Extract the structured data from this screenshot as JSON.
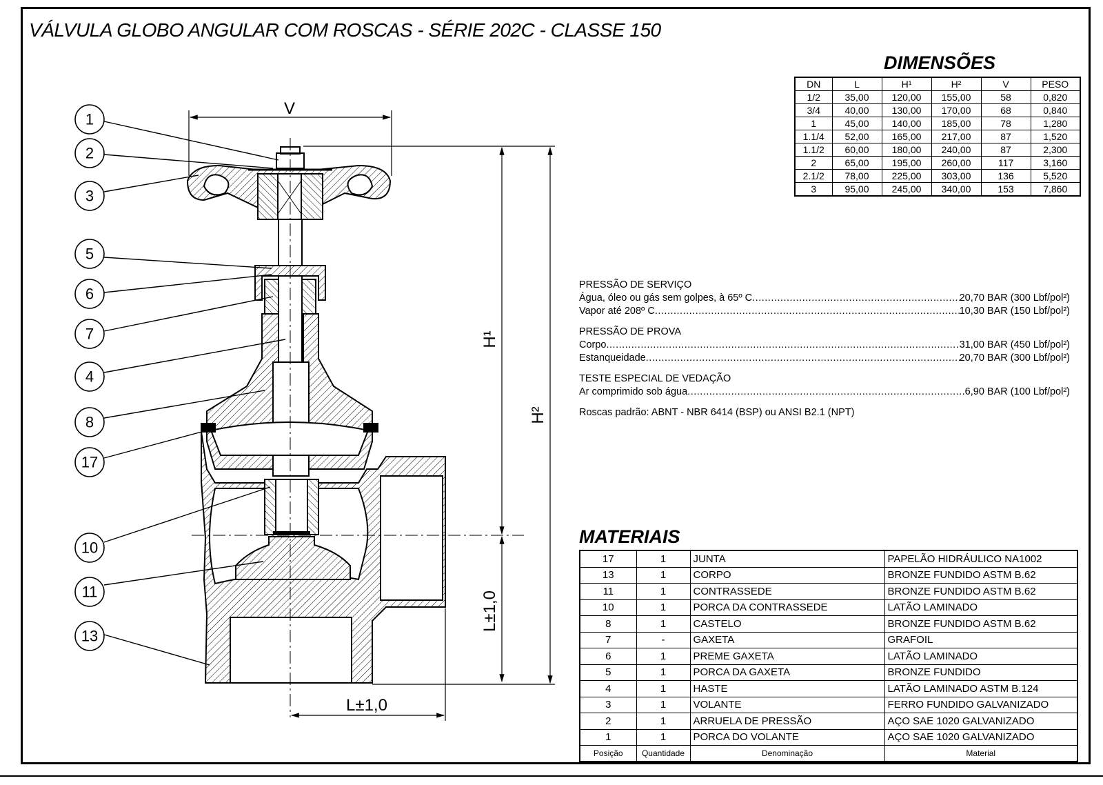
{
  "title": "VÁLVULA GLOBO ANGULAR COM ROSCAS - SÉRIE 202C -  CLASSE 150",
  "dimensions": {
    "heading": "DIMENSÕES",
    "headers": [
      "DN",
      "L",
      "H¹",
      "H²",
      "V",
      "PESO"
    ],
    "rows": [
      [
        "1/2",
        "35,00",
        "120,00",
        "155,00",
        "58",
        "0,820"
      ],
      [
        "3/4",
        "40,00",
        "130,00",
        "170,00",
        "68",
        "0,840"
      ],
      [
        "1",
        "45,00",
        "140,00",
        "185,00",
        "78",
        "1,280"
      ],
      [
        "1.1/4",
        "52,00",
        "165,00",
        "217,00",
        "87",
        "1,520"
      ],
      [
        "1.1/2",
        "60,00",
        "180,00",
        "240,00",
        "87",
        "2,300"
      ],
      [
        "2",
        "65,00",
        "195,00",
        "260,00",
        "117",
        "3,160"
      ],
      [
        "2.1/2",
        "78,00",
        "225,00",
        "303,00",
        "136",
        "5,520"
      ],
      [
        "3",
        "95,00",
        "245,00",
        "340,00",
        "153",
        "7,860"
      ]
    ]
  },
  "specs": {
    "service_heading": "PRESSÃO DE SERVIÇO",
    "service": [
      {
        "label": "Água, óleo ou gás sem golpes, à 65º C ",
        "value": " 20,70 BAR (300 Lbf/pol²)"
      },
      {
        "label": "Vapor até 208º C ",
        "value": " 10,30 BAR (150 Lbf/pol²)"
      }
    ],
    "test_heading": "PRESSÃO DE PROVA",
    "test": [
      {
        "label": "Corpo ",
        "value": " 31,00 BAR (450 Lbf/pol²)"
      },
      {
        "label": "Estanqueidade ",
        "value": " 20,70 BAR (300 Lbf/pol²)"
      }
    ],
    "seal_heading": "TESTE ESPECIAL DE VEDAÇÃO",
    "seal": [
      {
        "label": "Ar comprimido sob água ",
        "value": "6,90 BAR (100 Lbf/pol²)"
      }
    ],
    "threads": "Roscas padrão: ABNT - NBR 6414 (BSP) ou ANSI B2.1 (NPT)"
  },
  "materials": {
    "heading": "MATERIAIS",
    "rows": [
      [
        "17",
        "1",
        "JUNTA",
        "PAPELÃO HIDRÁULICO NA1002"
      ],
      [
        "13",
        "1",
        "CORPO",
        "BRONZE FUNDIDO ASTM B.62"
      ],
      [
        "11",
        "1",
        "CONTRASSEDE",
        "BRONZE FUNDIDO ASTM B.62"
      ],
      [
        "10",
        "1",
        "PORCA DA CONTRASSEDE",
        "LATÃO LAMINADO"
      ],
      [
        "8",
        "1",
        "CASTELO",
        "BRONZE FUNDIDO ASTM B.62"
      ],
      [
        "7",
        "-",
        "GAXETA",
        "GRAFOIL"
      ],
      [
        "6",
        "1",
        "PREME GAXETA",
        "LATÃO LAMINADO"
      ],
      [
        "5",
        "1",
        "PORCA DA GAXETA",
        "BRONZE FUNDIDO"
      ],
      [
        "4",
        "1",
        "HASTE",
        "LATÃO LAMINADO ASTM B.124"
      ],
      [
        "3",
        "1",
        "VOLANTE",
        "FERRO FUNDIDO GALVANIZADO"
      ],
      [
        "2",
        "1",
        "ARRUELA DE PRESSÃO",
        "AÇO SAE 1020 GALVANIZADO"
      ],
      [
        "1",
        "1",
        "PORCA DO VOLANTE",
        "AÇO SAE 1020 GALVANIZADO"
      ]
    ],
    "footer": [
      "Posição",
      "Quantidade",
      "Denominação",
      "Material"
    ]
  },
  "drawing": {
    "balloons": [
      "1",
      "2",
      "3",
      "5",
      "6",
      "7",
      "4",
      "8",
      "17",
      "10",
      "11",
      "13"
    ],
    "dim_v": "V",
    "dim_h1": "H¹",
    "dim_h2": "H²",
    "dim_l_vertical": "L±1,0",
    "dim_l_horizontal": "L±1,0"
  }
}
